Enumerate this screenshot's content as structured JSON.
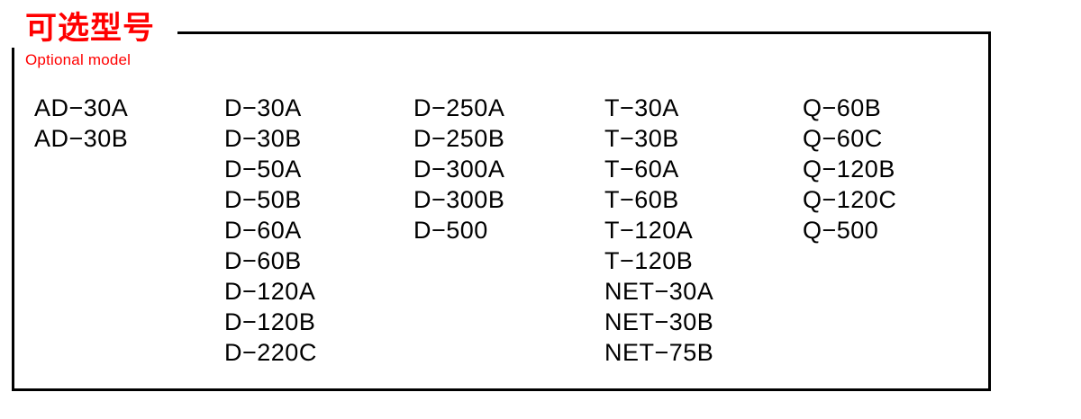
{
  "heading": {
    "title_cn": "可选型号",
    "title_en": "Optional model",
    "color": "#FF0000"
  },
  "frame": {
    "color": "#000000"
  },
  "columns": [
    {
      "name": "ad-series",
      "items": [
        "AD−30A",
        "AD−30B"
      ]
    },
    {
      "name": "d-series-1",
      "items": [
        "D−30A",
        "D−30B",
        "D−50A",
        "D−50B",
        "D−60A",
        "D−60B",
        "D−120A",
        "D−120B",
        "D−220C"
      ]
    },
    {
      "name": "d-series-2",
      "items": [
        "D−250A",
        "D−250B",
        "D−300A",
        "D−300B",
        "D−500"
      ]
    },
    {
      "name": "t-net-series",
      "items": [
        "T−30A",
        "T−30B",
        "T−60A",
        "T−60B",
        "T−120A",
        "T−120B",
        "NET−30A",
        "NET−30B",
        "NET−75B"
      ]
    },
    {
      "name": "q-series",
      "items": [
        "Q−60B",
        "Q−60C",
        "Q−120B",
        "Q−120C",
        "Q−500"
      ]
    }
  ]
}
